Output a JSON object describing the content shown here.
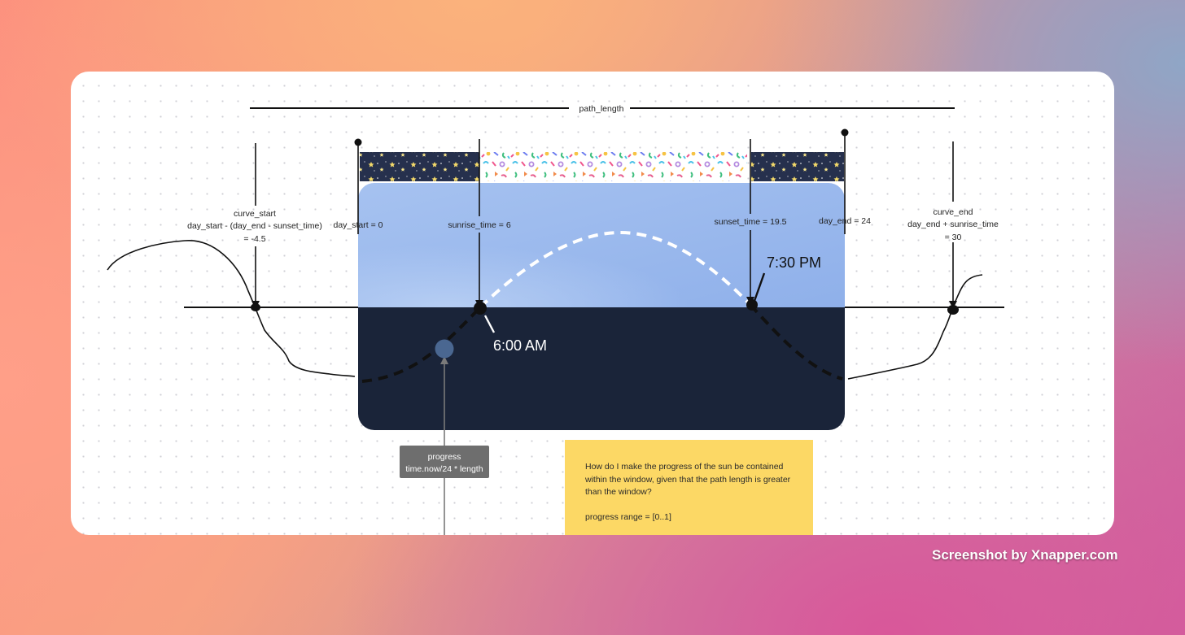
{
  "diagram": {
    "path_length_label": "path_length",
    "curve_start": {
      "title": "curve_start",
      "formula": "day_start - (day_end - sunset_time)",
      "value": "= -4.5"
    },
    "day_start_label": "day_start = 0",
    "sunrise_label": "sunrise_time = 6",
    "sunset_label": "sunset_time = 19.5",
    "day_end_label": "day_end = 24",
    "curve_end": {
      "title": "curve_end",
      "formula": "day_end + sunrise_time",
      "value": "= 30"
    },
    "sunrise_clock": "6:00 AM",
    "sunset_clock": "7:30 PM",
    "progress_box": {
      "title": "progress",
      "formula": "time.now/24 * length"
    },
    "colors": {
      "day_sky": "#93b4ec",
      "night_sky": "#1a2439",
      "sun_marker": "#4a6791",
      "sticky_note": "#fcd865",
      "progress_box": "#6e6e6e"
    }
  },
  "sticky_note": {
    "question": "How do I make the progress of the sun be contained within the window, given that the path length is greater than the window?",
    "range": "progress range = [0..1]"
  },
  "watermark": "Screenshot by Xnapper.com"
}
